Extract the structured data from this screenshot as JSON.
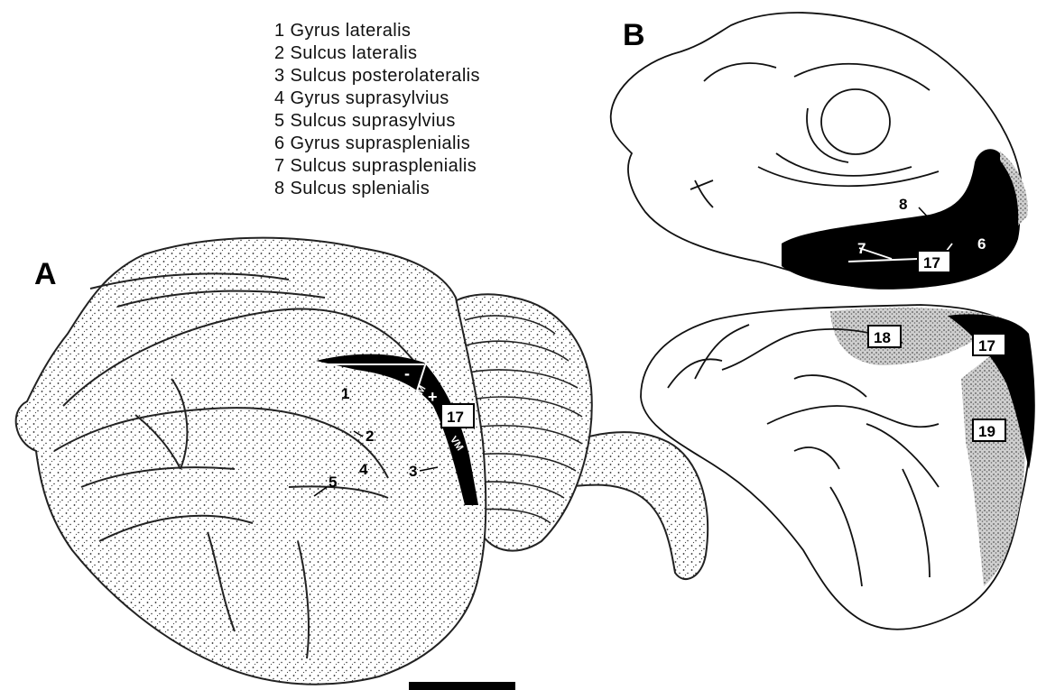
{
  "legend": {
    "items": [
      {
        "number": "1",
        "name": "Gyrus lateralis"
      },
      {
        "number": "2",
        "name": "Sulcus lateralis"
      },
      {
        "number": "3",
        "name": "Sulcus posterolateralis"
      },
      {
        "number": "4",
        "name": "Gyrus suprasylvius"
      },
      {
        "number": "5",
        "name": "Sulcus suprasylvius"
      },
      {
        "number": "6",
        "name": "Gyrus suprasplenialis"
      },
      {
        "number": "7",
        "name": "Sulcus suprasplenialis"
      },
      {
        "number": "8",
        "name": "Sulcus splenialis"
      }
    ]
  },
  "panels": {
    "a": {
      "letter": "A",
      "numbers": [
        "1",
        "2",
        "3",
        "4",
        "5"
      ],
      "area": "17",
      "band_labels": {
        "minus": "-",
        "plus": "+",
        "hm": "HM",
        "vm": "VM"
      }
    },
    "b": {
      "letter": "B",
      "top_numbers": [
        "6",
        "7",
        "8"
      ],
      "top_area": "17",
      "bottom_areas": [
        "18",
        "17",
        "19"
      ]
    }
  },
  "colors": {
    "ink": "#000000",
    "area17": "#000000",
    "stipple": "#888888",
    "paper": "#ffffff"
  }
}
